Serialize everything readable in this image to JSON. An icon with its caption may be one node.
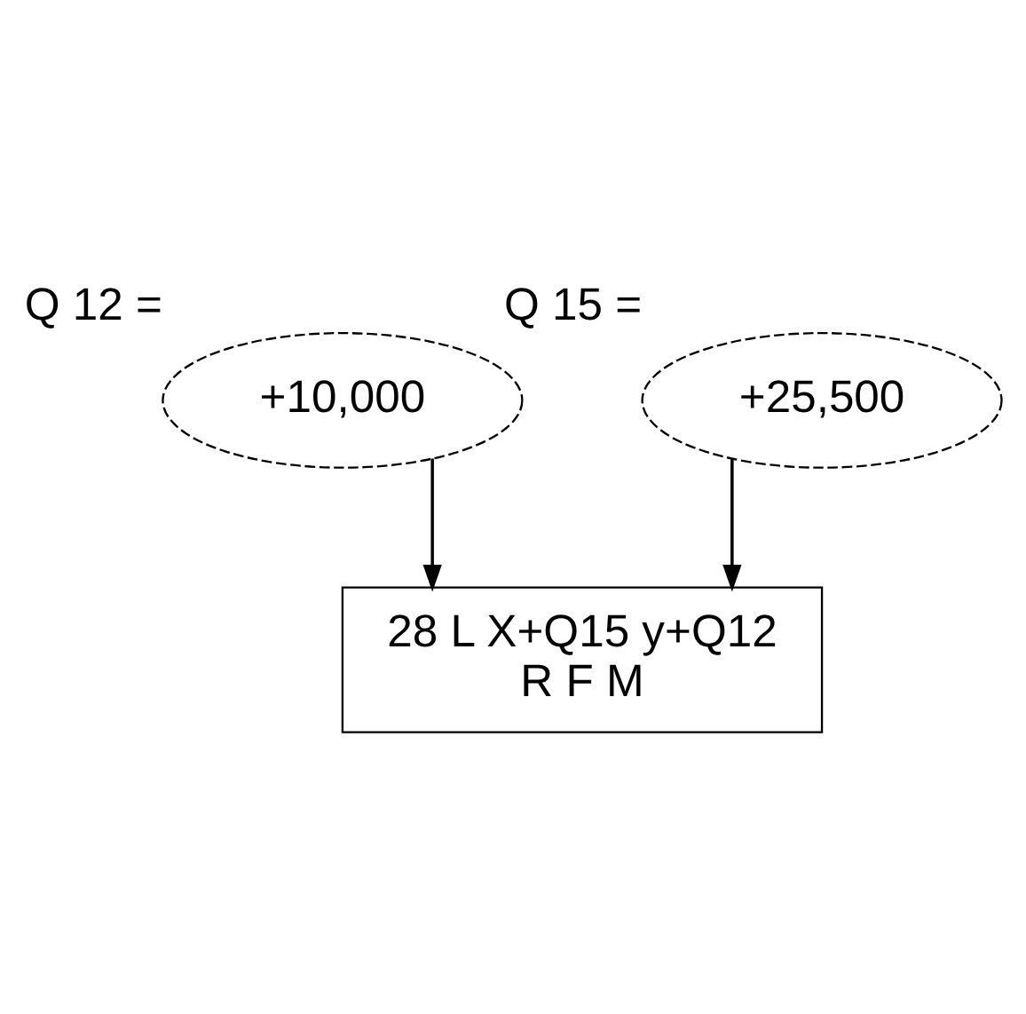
{
  "diagram": {
    "nodes": [
      {
        "text": [
          "+10,000"
        ],
        "beside": [
          "Q 12 ="
        ]
      },
      {
        "text": [
          "+25,500"
        ],
        "beside": [
          "Q 15 ="
        ]
      },
      {
        "text": [
          "28 L X+Q15 y+Q12",
          "R F M"
        ]
      }
    ],
    "edges": [
      {
        "from": 1,
        "to": 2,
        "arrow": "to"
      },
      {
        "from": 0,
        "to": 2,
        "arrow": "to"
      }
    ]
  }
}
